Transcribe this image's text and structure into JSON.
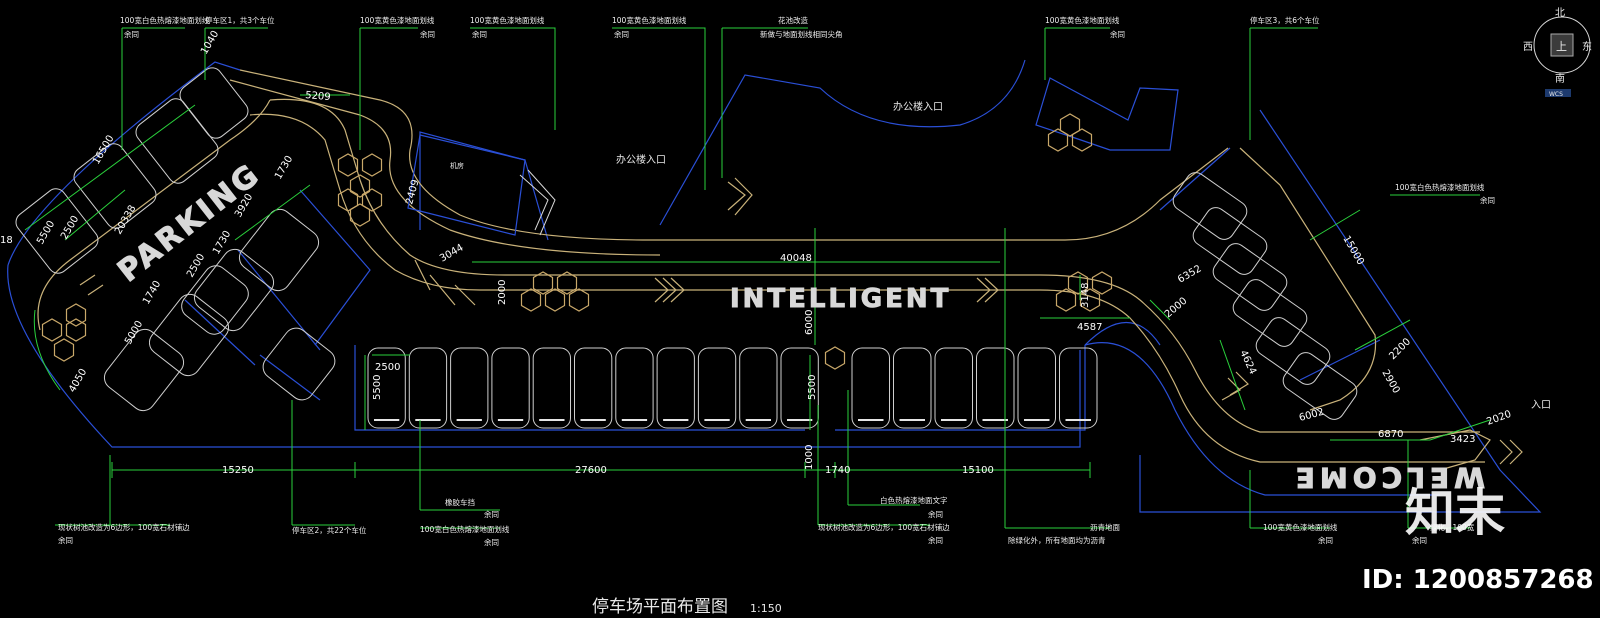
{
  "drawing": {
    "title": "停车场平面布置图",
    "scale": "1:150",
    "big_labels": {
      "parking": "PARKING",
      "intelligent": "INTELLIGENT",
      "welcome": "WELCOME"
    },
    "area_labels": {
      "office_entrance_1": "办公楼入口",
      "office_entrance_2": "办公楼入口",
      "entrance": "入口",
      "machine_room": "机房"
    },
    "annotations": {
      "a1_line1": "100宽白色热熔漆地面划线",
      "a1_line2": "余同",
      "a2_line1": "停车区1，共3个车位",
      "a3_line1": "100宽黄色漆地面划线",
      "a3_line2": "余同",
      "a4_line1": "100宽黄色漆地面划线",
      "a4_line2": "余同",
      "a5_line1": "100宽黄色漆地面划线",
      "a5_line2": "余同",
      "a6_line1": "花池改造",
      "a6_line2": "新做与地面划线相同尖角",
      "a7_line1": "100宽黄色漆地面划线",
      "a7_line2": "余同",
      "a8_line1": "停车区3，共6个车位",
      "a9_line1": "100宽白色热熔漆地面划线",
      "a9_line2": "余同",
      "b1_line1": "现状树池改造为6边形，100宽石材铺边",
      "b1_line2": "余同",
      "b2_line1": "停车区2，共22个车位",
      "b3_line1": "橡胶车挡",
      "b3_line2": "余同",
      "b3_line3": "100宽白色热熔漆地面划线",
      "b3_line4": "余同",
      "b4_line1": "现状树池改造为6边形，100宽石材铺边",
      "b4_line2": "余同",
      "b5_line1": "白色热熔漆地面文字",
      "b5_line2": "余同",
      "b6_line1": "沥青地面",
      "b6_line2": "除绿化外，所有地面均为沥青",
      "b7_line1": "100宽黄色漆地面划线",
      "b7_line2": "余同",
      "b8_line1": "绿化，100宽",
      "b8_line2": "余同"
    },
    "dimensions": {
      "d1040": "1040",
      "d16500": "16500",
      "d5500a": "5500",
      "d2500a": "2500",
      "d20338": "20338",
      "d18": "18",
      "d5209": "5209",
      "d1730a": "1730",
      "d3920": "3920",
      "d1730b": "1730",
      "d2500b": "2500",
      "d1740a": "1740",
      "d5000": "5000",
      "d4050": "4050",
      "d3044": "3044",
      "d2409": "2409",
      "d2000a": "2000",
      "d40048": "40048",
      "d6000": "6000",
      "d3148": "3148",
      "d4587": "4587",
      "d2500c": "2500",
      "d5500b": "5500",
      "d5500c": "5500",
      "d6352": "6352",
      "d2000b": "2000",
      "d15000": "15000",
      "d4624": "4624",
      "d2200": "2200",
      "d2900": "2900",
      "d6002": "6002",
      "d6870": "6870",
      "d3423": "3423",
      "d2020": "2020",
      "d15250": "15250",
      "d27600": "27600",
      "d1000": "1000",
      "d1740b": "1740",
      "d15100": "15100"
    },
    "compass": {
      "north": "北",
      "south": "南",
      "east": "东",
      "west": "西",
      "center": "上",
      "tag": "WCS"
    },
    "watermark": {
      "logo": "知末",
      "id": "ID: 1200857268"
    }
  }
}
